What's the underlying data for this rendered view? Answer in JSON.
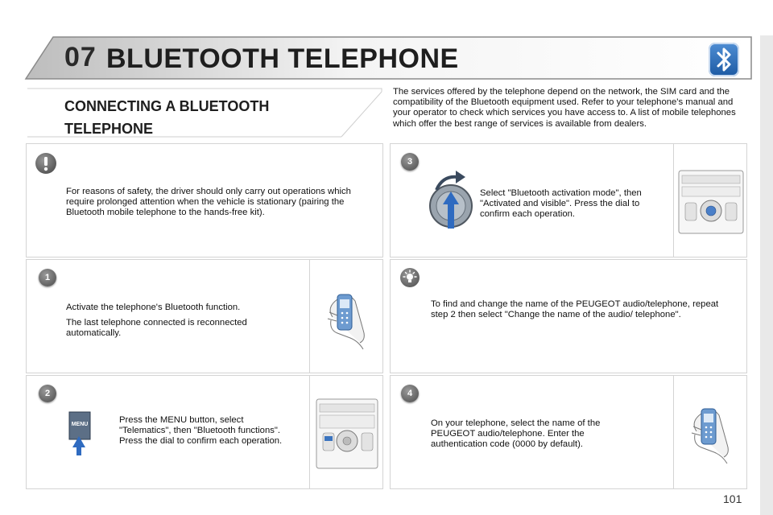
{
  "header": {
    "chapter_number": "07",
    "title": "BLUETOOTH TELEPHONE"
  },
  "section": {
    "title": "CONNECTING A BLUETOOTH TELEPHONE"
  },
  "intro": {
    "text": "The services offered by the telephone depend on the network, the SIM card and the compatibility of the Bluetooth equipment used. Refer to your telephone's manual and your operator to check which services you have access to. A list of mobile telephones which offer the best range of services is available from dealers."
  },
  "warning": {
    "text": "For reasons of safety, the driver should only carry out operations which require prolonged attention when the vehicle is stationary (pairing the Bluetooth mobile telephone to the hands-free kit)."
  },
  "steps": [
    {
      "number": "1",
      "paragraphs": [
        "Activate the telephone's Bluetooth function.",
        "The last telephone connected is reconnected automatically."
      ]
    },
    {
      "number": "2",
      "paragraphs": [
        "Press the MENU button, select \"Telematics\", then \"Bluetooth functions\". Press the dial to confirm each operation."
      ],
      "button_label": "MENU"
    },
    {
      "number": "3",
      "paragraphs": [
        "Select \"Bluetooth activation mode\", then \"Activated and visible\". Press the dial to confirm each operation."
      ]
    },
    {
      "number": "4",
      "paragraphs": [
        "On your telephone, select the name of the PEUGEOT audio/telephone. Enter the authentication code (0000 by default)."
      ]
    }
  ],
  "tip": {
    "text": "To find and change the name of the PEUGEOT audio/telephone, repeat step 2 then select \"Change the name of the audio/ telephone\"."
  },
  "page_number": "101"
}
